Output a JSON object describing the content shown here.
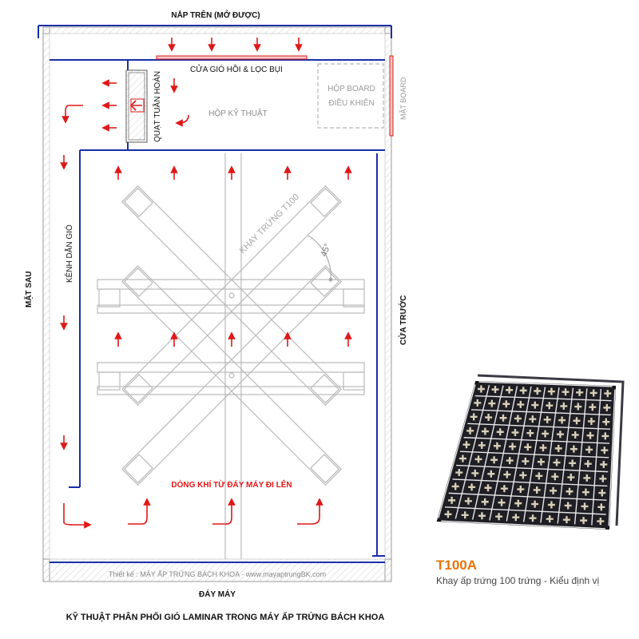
{
  "labels": {
    "top_cover": "NẮP TRÊN (MỞ ĐƯỢC)",
    "return_vent": "CỬA GIÓ HỒI & LỌC BỤI",
    "circulation_fan": "QUẠT TUẦN HOÀN",
    "tech_box": "HỘP KỸ THUẬT",
    "board_box_line1": "HỘP BOARD",
    "board_box_line2": "ĐIỀU KHIỂN",
    "board_face": "MẶT BOARD",
    "air_channel": "KÊNH DẪN GIÓ",
    "rear_side": "MẶT SAU",
    "front_door": "CỬA TRƯỚC",
    "tray_label": "KHAY TRỨNG T100",
    "angle": "45°",
    "airflow_note": "DÒNG KHÍ TỪ ĐÁY MÁY ĐI LÊN",
    "designer": "Thiết kế : MÁY ẤP TRỨNG BÁCH KHOA - www.mayaptrungBK.com",
    "bottom": "ĐÁY MÁY",
    "caption": "KỸ THUẬT PHÂN PHỐI GIÓ LAMINAR TRONG MÁY ẤP TRỨNG BÁCH KHOA"
  },
  "product": {
    "title": "T100A",
    "subtitle": "Khay ấp trứng 100 trứng - Kiểu định vị",
    "image_icon": "egg-tray-icon"
  },
  "colors": {
    "wall_blue": "#1a2ea8",
    "arrow_red": "#e01818",
    "label_red": "#e01818",
    "accent_orange": "#e8730a",
    "tray_grey": "#b0b0b0",
    "tray_dark": "#1e1e24"
  }
}
